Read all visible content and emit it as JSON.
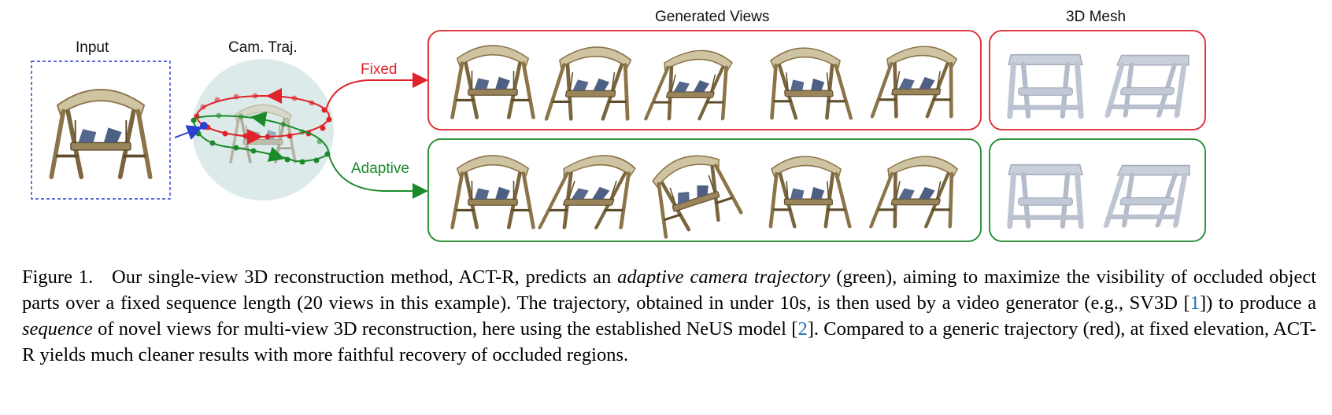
{
  "figure": {
    "labels": {
      "input": "Input",
      "cam_traj": "Cam. Traj.",
      "generated_views": "Generated Views",
      "mesh": "3D Mesh",
      "fixed": "Fixed",
      "adaptive": "Adaptive"
    },
    "colors": {
      "fixed": "#e0232a",
      "adaptive": "#1b8a2a",
      "input_border": "#2b3fd1",
      "sphere": "#dcebea",
      "wood": "#8a7448",
      "wood_dark": "#5e4d2d",
      "canopy": "#cfc4a2",
      "cushion": "#55678a",
      "mesh": "#c9cfdb"
    },
    "icons": {
      "swing": "swing-chair-render",
      "mesh": "swing-chair-mesh"
    }
  },
  "caption": {
    "label": "Figure 1.",
    "p1": "Our single-view 3D reconstruction method, ACT-R, predicts an ",
    "em1": "adaptive camera trajectory",
    "p2": " (green), aiming to maximize the visibility of occluded object parts over a fixed sequence length (20 views in this example). The trajectory, obtained in under 10s, is then used by a video generator (e.g., SV3D [",
    "ref1": "1",
    "p3": "]) to produce a ",
    "em2": "sequence",
    "p4": " of novel views for multi-view 3D reconstruction, here using the established NeUS model [",
    "ref2": "2",
    "p5": "]. Compared to a generic trajectory (red), at fixed elevation, ACT-R yields much cleaner results with more faithful recovery of occluded regions."
  }
}
